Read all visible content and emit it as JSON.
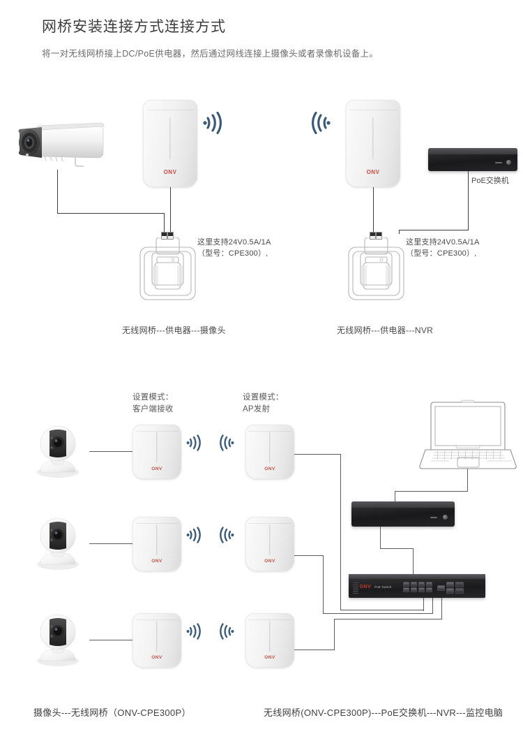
{
  "header": {
    "title": "网桥安装连接方式连接方式",
    "subtitle": "将一对无线网桥接上DC/PoE供电器，然后通过网线连接上摄像头或者录像机设备上。"
  },
  "brand": {
    "logo": "ONV",
    "accent_color": "#c0392b"
  },
  "top_section": {
    "left": {
      "device_camera": "bullet-camera",
      "bridge_logo": "ONV",
      "annotation": "这里支持24V0.5A/1A\n（型号：CPE300）,",
      "caption": "无线网桥---供电器---摄像头"
    },
    "right": {
      "bridge_logo": "ONV",
      "nvr_label": "PoE交换机",
      "annotation": "这里支持24V0.5A/1A\n（型号：CPE300）,",
      "caption": "无线网桥---供电器---NVR"
    }
  },
  "bottom_section": {
    "mode_client": "设置模式：\n客户端接收",
    "mode_ap": "设置模式：\nAP发射",
    "switch_logo": "ONV",
    "switch_model": "PoE Switch",
    "caption_left": "摄像头---无线网桥（ONV-CPE300P）",
    "caption_right": "无线网桥(ONV-CPE300P)---PoE交换机---NVR---监控电脑",
    "rows": [
      {
        "camera": "ptz-camera",
        "bridge_logo": "ONV"
      },
      {
        "camera": "ptz-camera",
        "bridge_logo": "ONV"
      },
      {
        "camera": "ptz-camera",
        "bridge_logo": "ONV"
      }
    ],
    "devices": {
      "laptop": "monitoring-computer",
      "nvr": "nvr-recorder",
      "switch": "poe-switch"
    }
  },
  "icons": {
    "wifi": "wifi-signal-icon",
    "wifi_color": "#3b5a78"
  }
}
